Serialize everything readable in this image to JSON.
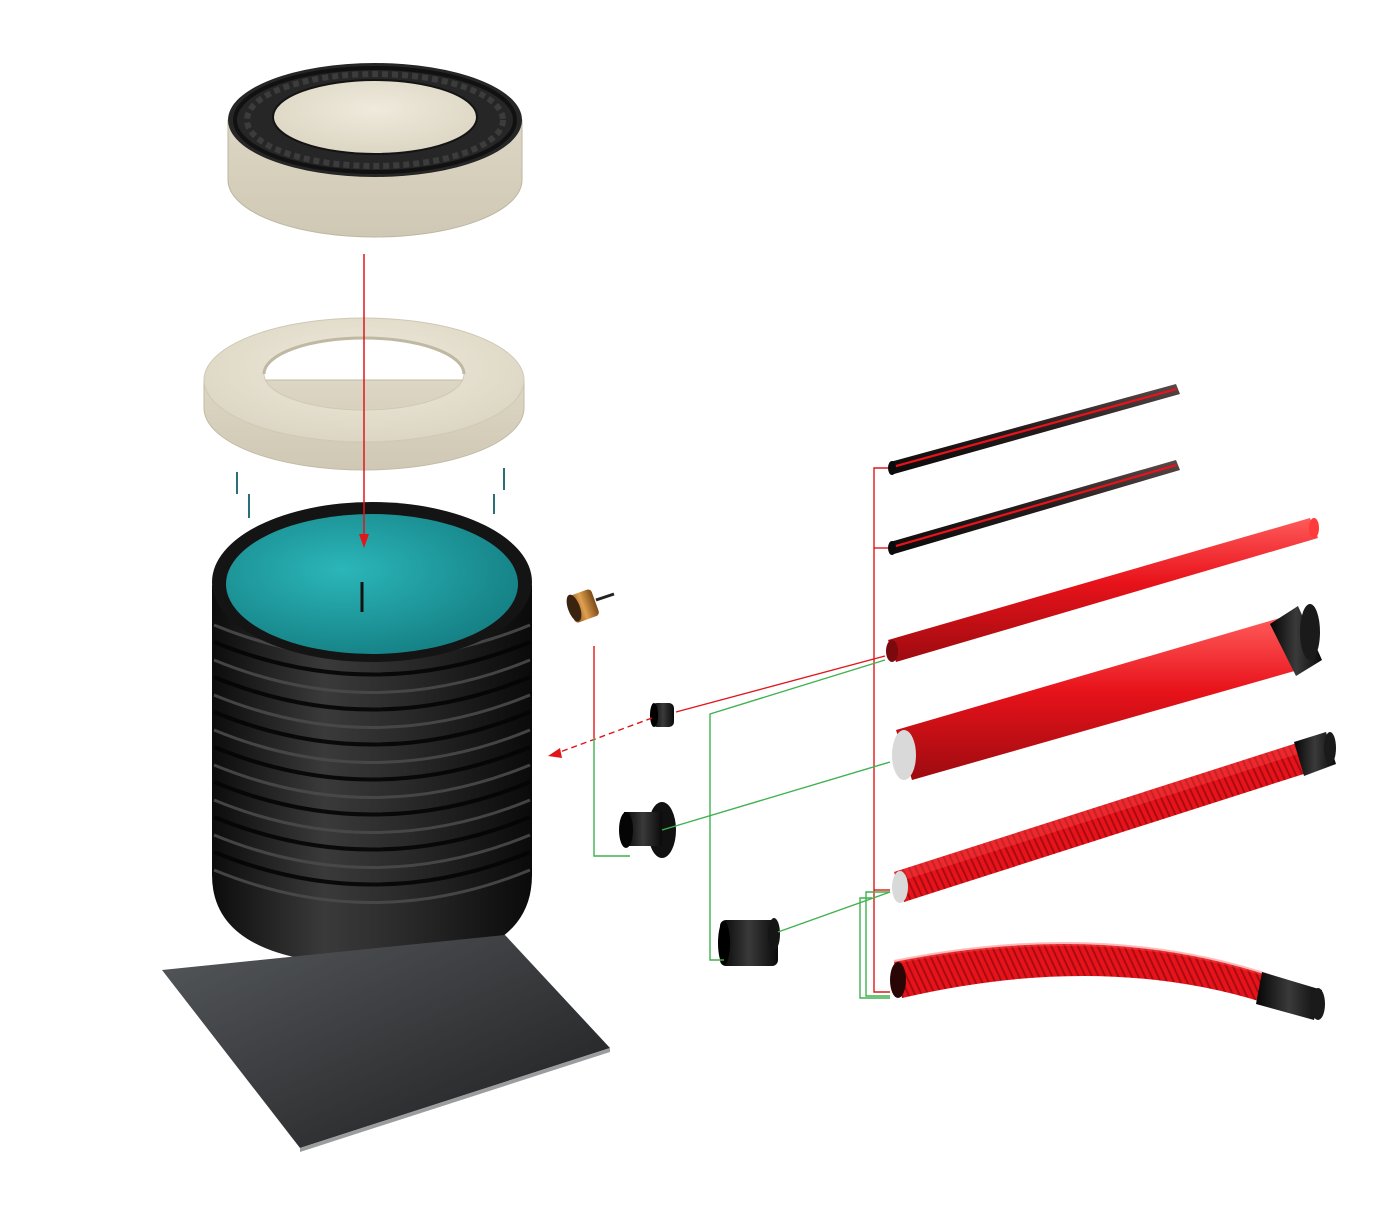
{
  "diagram": {
    "kind": "exploded-assembly",
    "text_labels": [],
    "colors": {
      "background": "#ffffff",
      "concrete": "#e3ddcd",
      "cast_iron": "#2b2b2b",
      "corrugated_well": "#1e1e1e",
      "well_interior": "#1f9a9e",
      "base_plate": "#3a3c3e",
      "pipe_red": "#e8121a",
      "pipe_dark": "#2a2222",
      "hole_saw": "#c67a2a",
      "connector_red": "#e0161a",
      "connector_green": "#3fb24f"
    },
    "components": [
      {
        "id": "manhole-hatch",
        "name_icon": "manhole-cover-icon"
      },
      {
        "id": "support-ring",
        "name_icon": "concrete-ring-icon"
      },
      {
        "id": "well-shaft",
        "name_icon": "corrugated-well-icon"
      },
      {
        "id": "base-plate",
        "name_icon": "plate-icon"
      },
      {
        "id": "hole-saw",
        "name_icon": "hole-saw-icon"
      },
      {
        "id": "small-seal",
        "name_icon": "seal-icon"
      },
      {
        "id": "large-sleeve",
        "name_icon": "sleeve-icon"
      },
      {
        "id": "coupling",
        "name_icon": "coupling-icon"
      },
      {
        "id": "microduct-1",
        "name_icon": "pipe-icon"
      },
      {
        "id": "microduct-2",
        "name_icon": "pipe-icon"
      },
      {
        "id": "protective-tube",
        "name_icon": "pipe-icon"
      },
      {
        "id": "smooth-pipe",
        "name_icon": "pipe-icon"
      },
      {
        "id": "corrugated-pipe",
        "name_icon": "pipe-icon"
      },
      {
        "id": "flexible-bend-pipe",
        "name_icon": "pipe-icon"
      }
    ]
  }
}
